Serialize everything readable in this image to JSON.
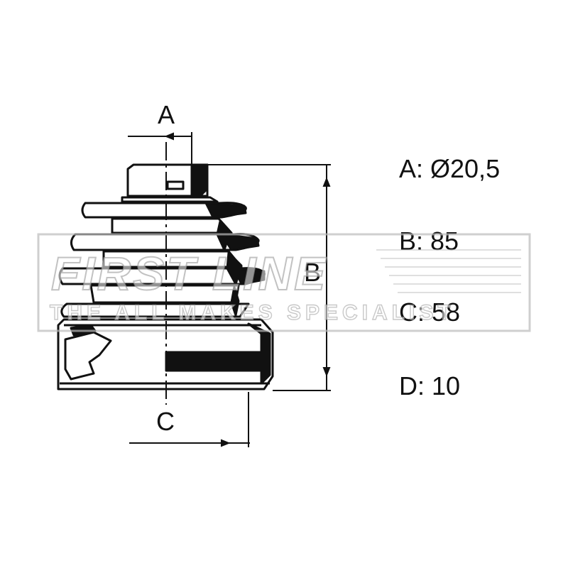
{
  "diagram": {
    "labels": {
      "a": "A",
      "b": "B",
      "c": "C"
    },
    "specs": [
      {
        "text": "A: Ø20,5"
      },
      {
        "text": "B: 85"
      },
      {
        "text": "C: 58"
      },
      {
        "text": "D: 10"
      }
    ]
  },
  "watermark": {
    "brand": "FIRST LINE",
    "tagline": "THE ALL MAKES SPECIALIST"
  }
}
